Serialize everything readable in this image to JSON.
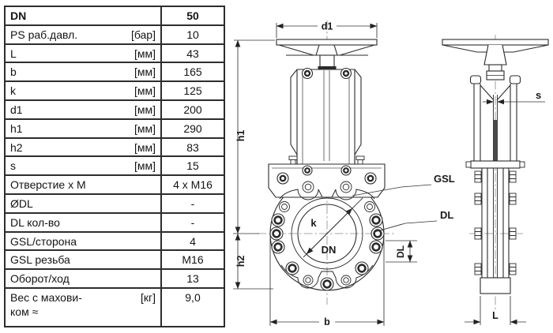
{
  "table": {
    "rows": [
      {
        "param_lines": [
          "DN"
        ],
        "unit": "",
        "value": "50",
        "bold": true
      },
      {
        "param_lines": [
          "PS раб.давл."
        ],
        "unit": "[бар]",
        "value": "10"
      },
      {
        "param_lines": [
          "L"
        ],
        "unit": "[мм]",
        "value": "43"
      },
      {
        "param_lines": [
          "b"
        ],
        "unit": "[мм]",
        "value": "165"
      },
      {
        "param_lines": [
          "k"
        ],
        "unit": "[мм]",
        "value": "125"
      },
      {
        "param_lines": [
          "d1"
        ],
        "unit": "[мм]",
        "value": "200"
      },
      {
        "param_lines": [
          "h1"
        ],
        "unit": "[мм]",
        "value": "290"
      },
      {
        "param_lines": [
          "h2"
        ],
        "unit": "[мм]",
        "value": "83"
      },
      {
        "param_lines": [
          "s"
        ],
        "unit": "[мм]",
        "value": "15"
      },
      {
        "param_lines": [
          "Отверстие x M"
        ],
        "unit": "",
        "value": "4 x M16"
      },
      {
        "param_lines": [
          "ØDL"
        ],
        "unit": "",
        "value": "-"
      },
      {
        "param_lines": [
          "DL кол-во"
        ],
        "unit": "",
        "value": "-"
      },
      {
        "param_lines": [
          "GSL/сторона"
        ],
        "unit": "",
        "value": "4"
      },
      {
        "param_lines": [
          "GSL резьба"
        ],
        "unit": "",
        "value": "M16"
      },
      {
        "param_lines": [
          "Оборот/ход"
        ],
        "unit": "",
        "value": "13"
      },
      {
        "param_lines": [
          "Вес с махови-",
          "ком ≈"
        ],
        "unit": "[кг]",
        "value": "9,0",
        "tall": true
      }
    ]
  },
  "drawing": {
    "labels": {
      "d1": "d1",
      "h1": "h1",
      "h2": "h2",
      "b": "b",
      "k": "k",
      "dn": "DN",
      "gsl": "GSL",
      "dl_leader": "DL",
      "dl_dim": "DL",
      "s": "s",
      "l": "L"
    },
    "line_color": "#2b2b2b",
    "dim_color": "#333333"
  }
}
